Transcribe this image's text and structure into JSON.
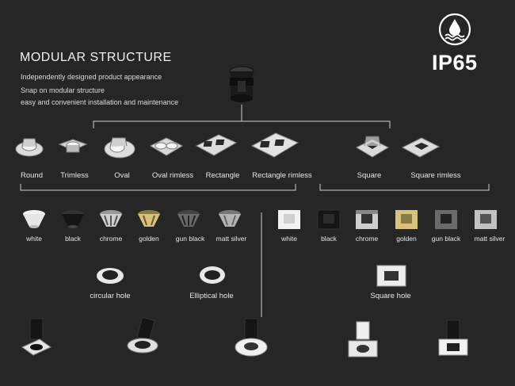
{
  "header": {
    "title": "MODULAR STRUCTURE",
    "lines": [
      "Independently designed product appearance",
      "Snap on modular structure",
      "easy and convenient installation and maintenance"
    ],
    "rating": "IP65",
    "rating_icon": "waterproof-drop-icon"
  },
  "trims": {
    "round_group": [
      "Round",
      "Trimless",
      "Oval",
      "Oval rimless",
      "Rectangle",
      "Rectangle rimless"
    ],
    "square_group": [
      "Square",
      "Square rimless"
    ]
  },
  "reflectors": {
    "round": [
      "white",
      "black",
      "chrome",
      "golden",
      "gun black",
      "matt silver"
    ],
    "square": [
      "white",
      "black",
      "chrome",
      "golden",
      "gun black",
      "matt silver"
    ]
  },
  "holes": [
    "circular hole",
    "Elliptical hole",
    "Square hole"
  ],
  "colors": {
    "background": "#262626",
    "line": "#d0d0d0",
    "text": "#e8e8e8"
  }
}
